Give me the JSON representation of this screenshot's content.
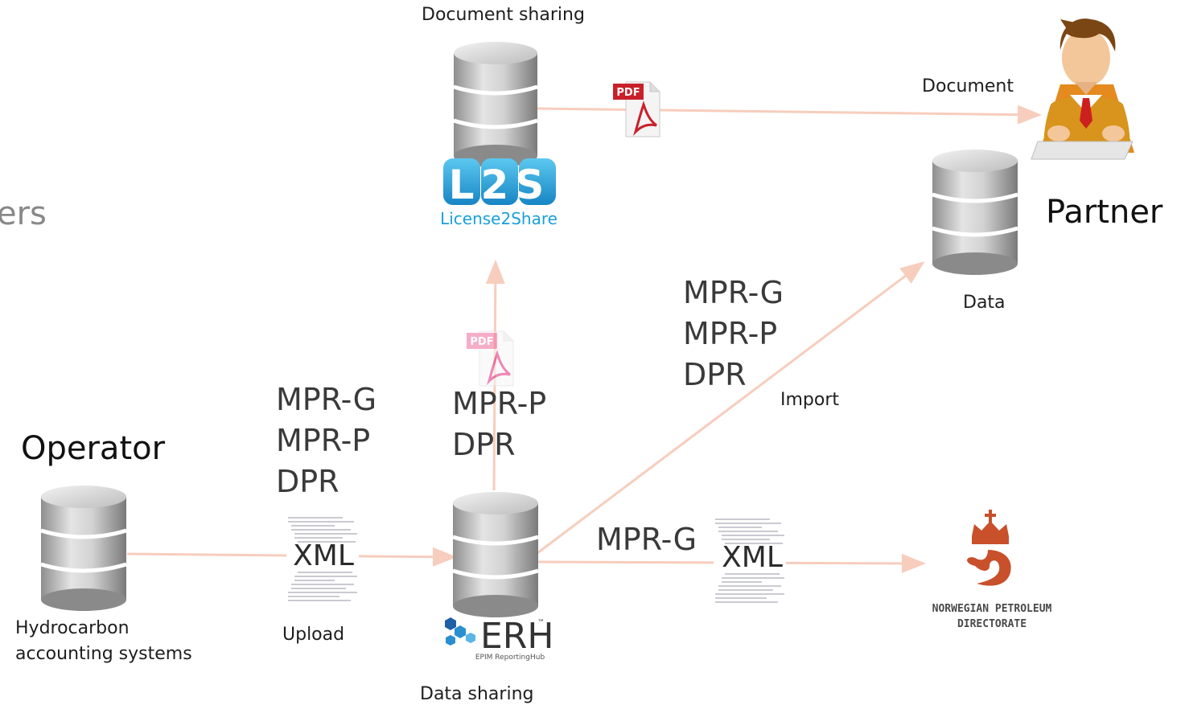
{
  "labels": {
    "document_sharing": "Document sharing",
    "document": "Document",
    "partner": "Partner",
    "data": "Data",
    "import": "Import",
    "operator": "Operator",
    "hydrocarbon": "Hydrocarbon\naccounting systems",
    "upload": "Upload",
    "data_sharing": "Data sharing",
    "left_fragment": "ers"
  },
  "streams": {
    "operator_upload": [
      "MPR-G",
      "MPR-P",
      "DPR"
    ],
    "to_l2s": [
      "MPR-P",
      "DPR"
    ],
    "to_partner": [
      "MPR-G",
      "MPR-P",
      "DPR"
    ],
    "to_npd": "MPR-G"
  },
  "logos": {
    "l2s_mark": "L2S",
    "l2s_name": "License2Share",
    "erh_mark": "ERH",
    "erh_tm": "™",
    "erh_sub": "EPIM ReportingHub",
    "npd_line1": "NORWEGIAN PETROLEUM",
    "npd_line2": "DIRECTORATE",
    "pdf": "PDF",
    "xml": "XML"
  },
  "colors": {
    "arrow": "#f7cdbd",
    "l2s_blue": "#1aa0d8",
    "erh_blue": "#2a8fd0",
    "npd_orange": "#c8502a",
    "pdf_red": "#c9202a"
  }
}
